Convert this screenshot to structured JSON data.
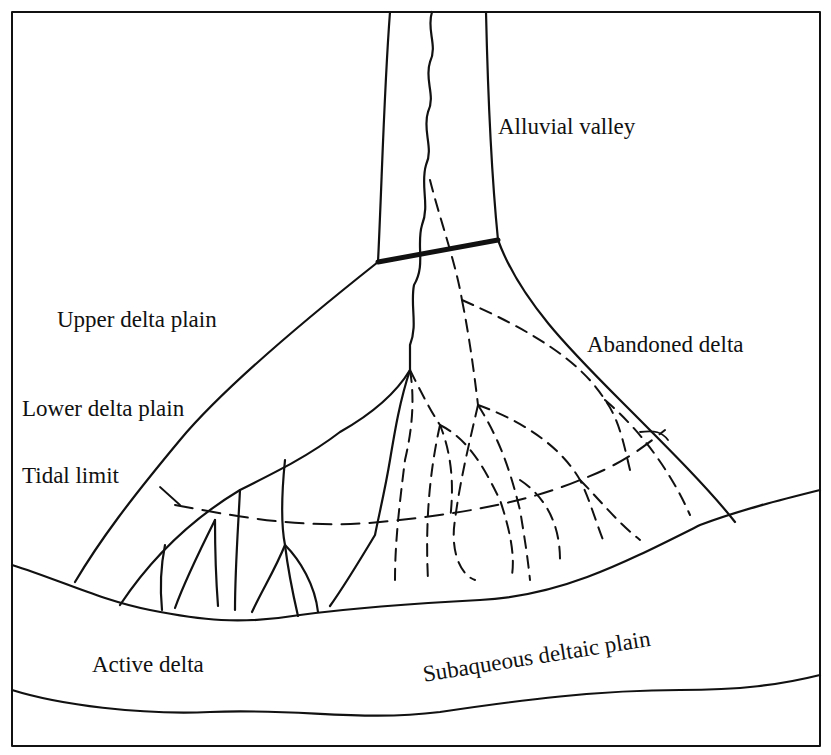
{
  "diagram": {
    "labels": [
      "Alluvial valley",
      "Upper delta plain",
      "Abandoned delta",
      "Lower delta plain",
      "Tidal limit",
      "Subaqueous deltaic plain",
      "Active delta"
    ]
  }
}
